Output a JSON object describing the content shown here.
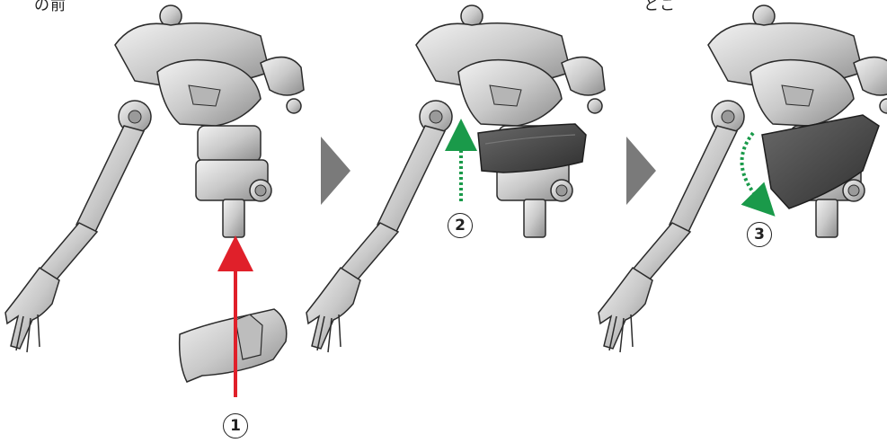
{
  "header_fragments": {
    "left": "の前",
    "right": "とこ"
  },
  "steps": [
    {
      "number": "1",
      "action": "insert-up"
    },
    {
      "number": "2",
      "action": "slide-up"
    },
    {
      "number": "3",
      "action": "rotate-down"
    }
  ],
  "colors": {
    "part_light": "#d6d6d6",
    "part_mid": "#a8a8a8",
    "part_dark": "#4a4a4a",
    "outline": "#2b2b2b",
    "step_arrow": "#7a7a7a",
    "red_arrow": "#e0202a",
    "green_arrow": "#1a9a4a"
  }
}
